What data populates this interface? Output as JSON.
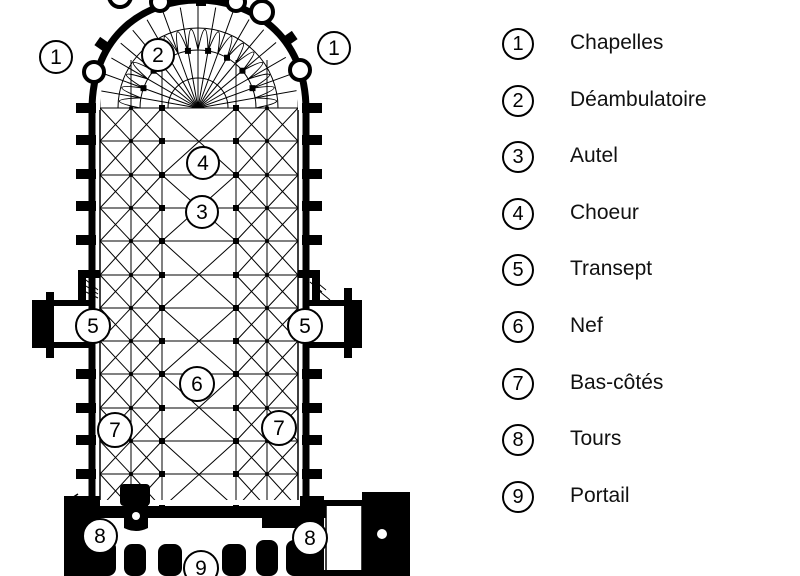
{
  "legend": [
    {
      "number": "1",
      "label": "Chapelles"
    },
    {
      "number": "2",
      "label": "Déambulatoire"
    },
    {
      "number": "3",
      "label": "Autel"
    },
    {
      "number": "4",
      "label": "Choeur"
    },
    {
      "number": "5",
      "label": "Transept"
    },
    {
      "number": "6",
      "label": "Nef"
    },
    {
      "number": "7",
      "label": "Bas-côtés"
    },
    {
      "number": "8",
      "label": "Tours"
    },
    {
      "number": "9",
      "label": "Portail"
    }
  ],
  "plan_markers": [
    "1",
    "1",
    "2",
    "4",
    "3",
    "5",
    "5",
    "6",
    "7",
    "7",
    "8",
    "8",
    "9"
  ],
  "colors": {
    "ink": "#000000",
    "background": "#ffffff"
  }
}
